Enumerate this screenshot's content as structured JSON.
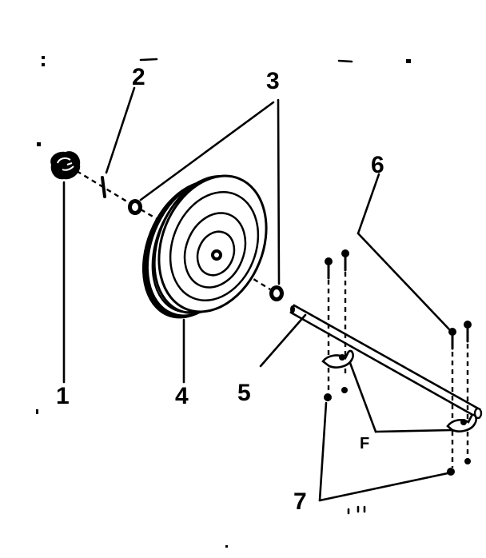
{
  "callouts": {
    "cap": "1",
    "pin": "2",
    "washers": "3",
    "wheel": "4",
    "axle": "5",
    "bolts": "6",
    "nuts": "7",
    "flange": "F"
  }
}
